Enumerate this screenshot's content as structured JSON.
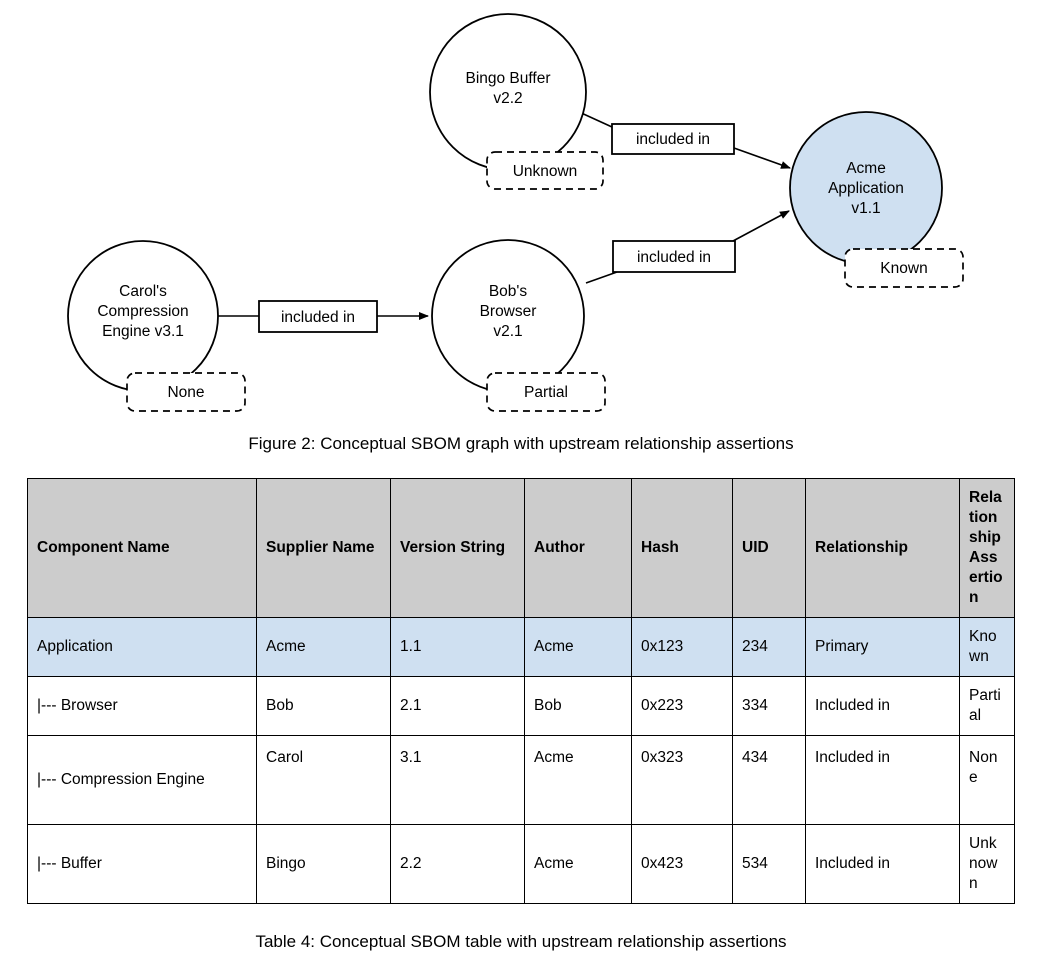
{
  "figure": {
    "caption": "Figure 2: Conceptual SBOM graph with upstream relationship assertions",
    "nodes": [
      {
        "id": "bingo-buffer",
        "lines": [
          "Bingo Buffer",
          "v2.2"
        ],
        "assertion": "Unknown",
        "fill": "#ffffff"
      },
      {
        "id": "acme-application",
        "lines": [
          "Acme",
          "Application",
          "v1.1"
        ],
        "assertion": "Known",
        "fill": "#cfe0f1"
      },
      {
        "id": "carols-compression-engine",
        "lines": [
          "Carol's",
          "Compression",
          "Engine v3.1"
        ],
        "assertion": "None",
        "fill": "#ffffff"
      },
      {
        "id": "bobs-browser",
        "lines": [
          "Bob's",
          "Browser",
          "v2.1"
        ],
        "assertion": "Partial",
        "fill": "#ffffff"
      }
    ],
    "edges": [
      {
        "id": "bingo-to-acme",
        "label": "included in",
        "from": "bingo-buffer",
        "to": "acme-application"
      },
      {
        "id": "bob-to-acme",
        "label": "included in",
        "from": "bobs-browser",
        "to": "acme-application"
      },
      {
        "id": "carol-to-bob",
        "label": "included in",
        "from": "carols-compression-engine",
        "to": "bobs-browser"
      }
    ]
  },
  "table": {
    "caption": "Table 4: Conceptual SBOM table with upstream relationship assertions",
    "header_bg": "#cccccc",
    "highlight_bg": "#cfe0f1",
    "columns": [
      "Component Name",
      "Supplier Name",
      "Version String",
      "Author",
      "Hash",
      "UID",
      "Relationship",
      "Relationship Assertion"
    ],
    "rows": [
      {
        "highlight": true,
        "indent": 0,
        "component_name": "Application",
        "supplier_name": "Acme",
        "version_string": "1.1",
        "author": "Acme",
        "hash": "0x123",
        "uid": "234",
        "relationship": "Primary",
        "relationship_assertion": "Known"
      },
      {
        "highlight": false,
        "indent": 1,
        "component_name": "|--- Browser",
        "supplier_name": "Bob",
        "version_string": "2.1",
        "author": "Bob",
        "hash": "0x223",
        "uid": "334",
        "relationship": "Included in",
        "relationship_assertion": "Partial"
      },
      {
        "highlight": false,
        "indent": 2,
        "component_name": "|--- Compression Engine",
        "supplier_name": "Carol",
        "version_string": "3.1",
        "author": "Acme",
        "hash": "0x323",
        "uid": "434",
        "relationship": "Included in",
        "relationship_assertion": "None"
      },
      {
        "highlight": false,
        "indent": 1,
        "component_name": "|--- Buffer",
        "supplier_name": "Bingo",
        "version_string": "2.2",
        "author": "Acme",
        "hash": "0x423",
        "uid": "534",
        "relationship": "Included in",
        "relationship_assertion": "Unknown"
      }
    ]
  }
}
